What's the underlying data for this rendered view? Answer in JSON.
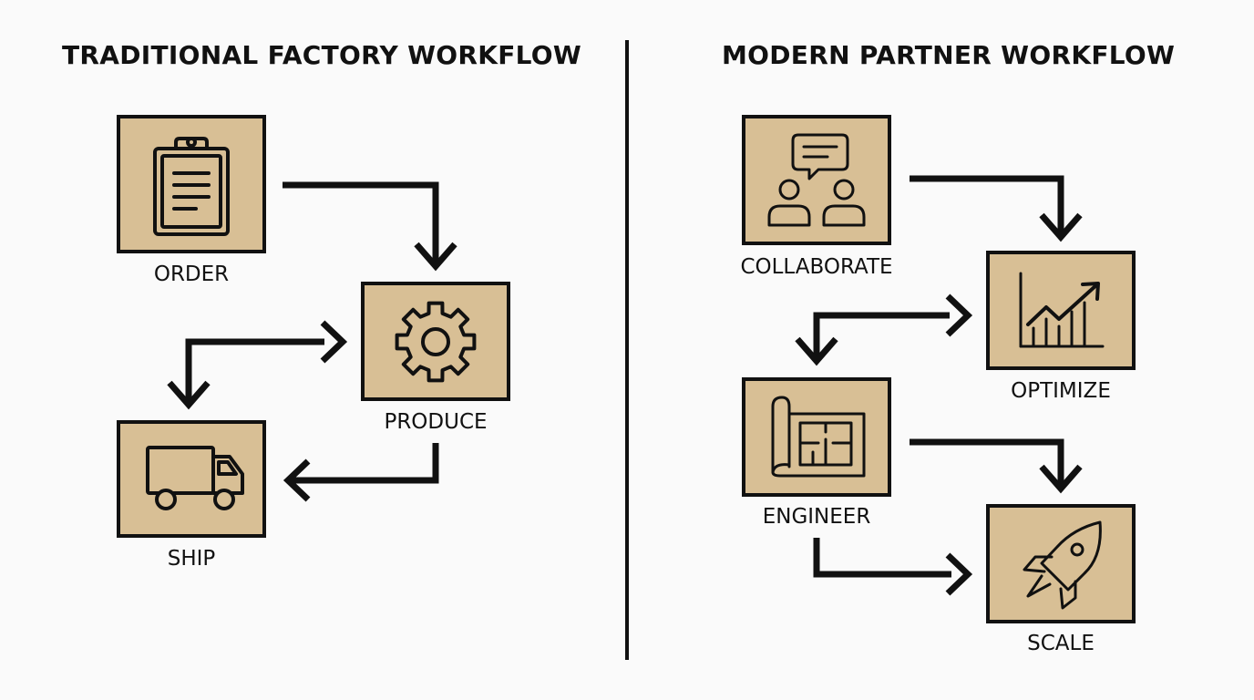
{
  "panels": {
    "left": {
      "title": "TRADITIONAL FACTORY WORKFLOW",
      "nodes": {
        "order": {
          "label": "ORDER",
          "icon": "clipboard-icon"
        },
        "produce": {
          "label": "PRODUCE",
          "icon": "gear-icon"
        },
        "ship": {
          "label": "SHIP",
          "icon": "truck-icon"
        }
      }
    },
    "right": {
      "title": "MODERN PARTNER WORKFLOW",
      "nodes": {
        "collaborate": {
          "label": "COLLABORATE",
          "icon": "people-chat-icon"
        },
        "optimize": {
          "label": "OPTIMIZE",
          "icon": "growth-chart-icon"
        },
        "engineer": {
          "label": "ENGINEER",
          "icon": "blueprint-icon"
        },
        "scale": {
          "label": "SCALE",
          "icon": "rocket-icon"
        }
      }
    }
  },
  "colors": {
    "box_fill": "#d8bf95",
    "stroke": "#111111",
    "background": "#fafafa"
  }
}
